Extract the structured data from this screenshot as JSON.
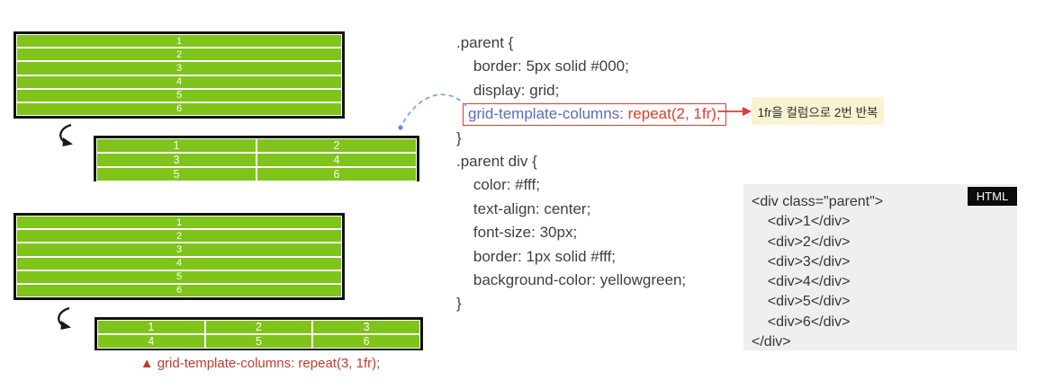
{
  "colors": {
    "cell_green": "#7fc41a",
    "cell_border_white": "#ffffff",
    "grid_outer_border": "#121212",
    "highlight_red": "#e6392b",
    "caption_red": "#c43a2f",
    "property_blue": "#5b6bc0",
    "note_bg_yellow": "#faf3d2",
    "panel_gray": "#efefef",
    "tag_black": "#0b0b0b",
    "dashed_arrow_blue": "#7da2f0"
  },
  "diagram": {
    "grid_a": {
      "cells": [
        "1",
        "2",
        "3",
        "4",
        "5",
        "6"
      ],
      "columns": 1
    },
    "grid_b": {
      "cells": [
        "1",
        "2",
        "3",
        "4",
        "5",
        "6"
      ],
      "columns": 2
    },
    "grid_c": {
      "cells": [
        "1",
        "2",
        "3",
        "4",
        "5",
        "6"
      ],
      "columns": 1
    },
    "grid_d": {
      "cells": [
        "1",
        "2",
        "3",
        "4",
        "5",
        "6"
      ],
      "columns": 3
    },
    "caption": "▲ grid-template-columns: repeat(3, 1fr);"
  },
  "css_code": {
    "lines": [
      ".parent {",
      "    border: 5px solid #000;",
      "    display: grid;"
    ],
    "highlight": {
      "property": "grid-template-columns:",
      "value": " repeat(2, 1fr);"
    },
    "lines_after": [
      "}",
      ".parent div {",
      "    color: #fff;",
      "    text-align: center;",
      "    font-size: 30px;",
      "    border: 1px solid #fff;",
      "    background-color: yellowgreen;",
      "}"
    ]
  },
  "annotation": {
    "note": "1fr을 컬럼으로 2번 반복"
  },
  "html_code": {
    "tag_label": "HTML",
    "lines": [
      "<div class=\"parent\">",
      "    <div>1</div>",
      "    <div>2</div>",
      "    <div>3</div>",
      "    <div>4</div>",
      "    <div>5</div>",
      "    <div>6</div>",
      "</div>"
    ]
  }
}
